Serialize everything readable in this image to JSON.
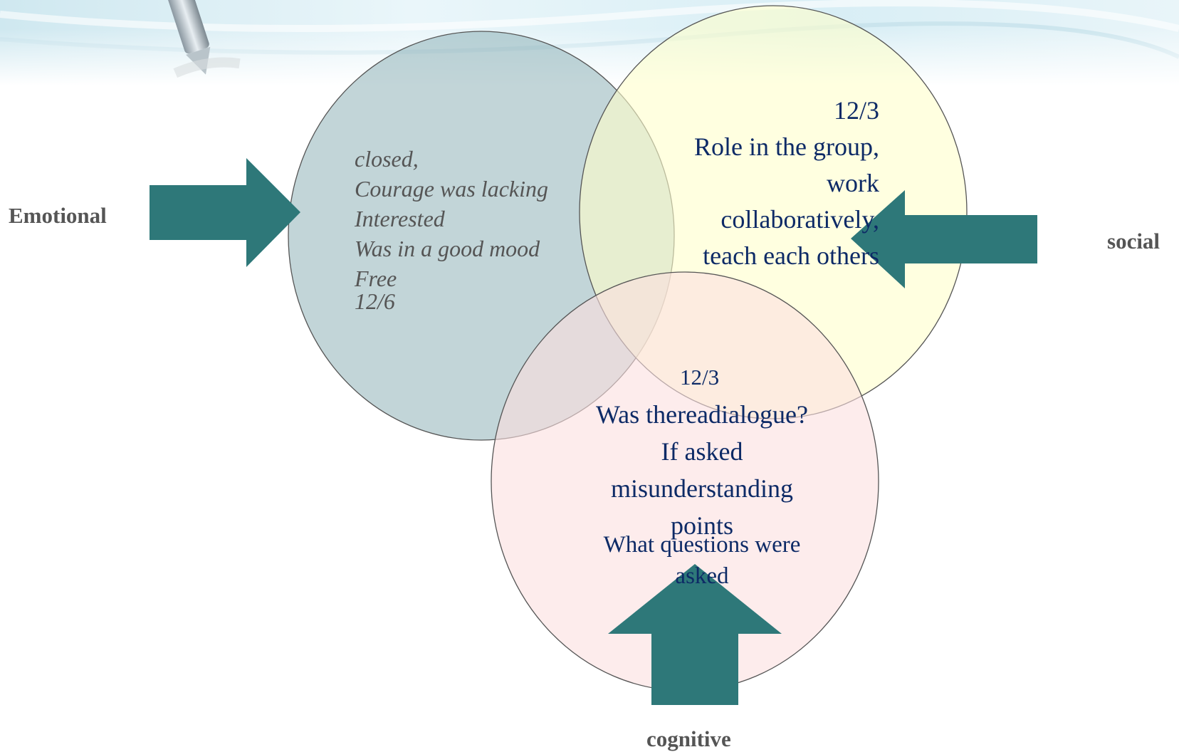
{
  "colors": {
    "emotional_fill": "#7ea6ad",
    "social_fill": "#ffffcc",
    "cognitive_fill": "#fbe0e0",
    "arrow": "#2e7879",
    "circle_stroke": "#555555",
    "text_blue": "#0d2a66",
    "text_gray": "#555555"
  },
  "labels": {
    "emotional": "Emotional",
    "social": "social",
    "cognitive": "cognitive"
  },
  "emotional_circle": {
    "lines": [
      "closed,",
      "Courage was lacking",
      "Interested",
      "Was in a good  mood",
      "Free"
    ],
    "date": "12/6"
  },
  "social_circle": {
    "date": "12/3",
    "lines": [
      "Role in the group,",
      "work",
      "collaboratively,",
      "teach each others"
    ]
  },
  "cognitive_circle": {
    "date": "12/3",
    "lines": [
      "Was thereadialogue?",
      "If asked",
      "misunderstanding",
      "points"
    ],
    "question_lines": [
      "What questions were",
      "asked"
    ]
  },
  "icons": {
    "left_arrow": "arrow-right-icon",
    "right_arrow": "arrow-left-icon",
    "bottom_arrow": "arrow-up-icon",
    "header": "pen-icon"
  }
}
